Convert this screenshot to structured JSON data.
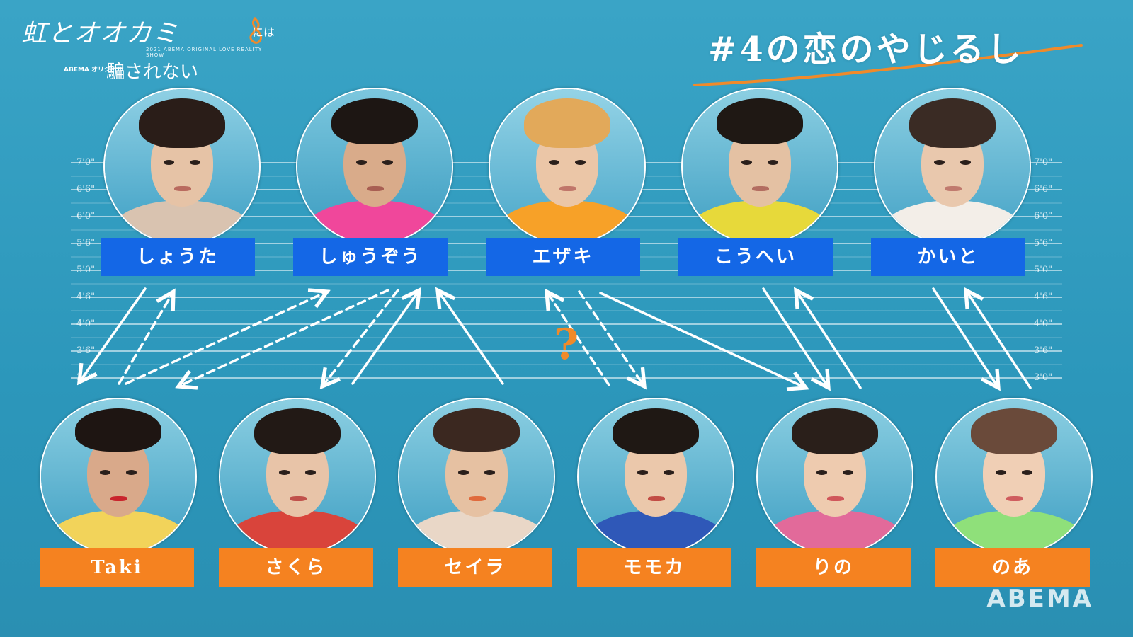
{
  "logo": {
    "main": "虹とオオカミ",
    "small": "には",
    "sub": "騙されない",
    "abema": "ABEMA オリジナル",
    "english": "2021 ABEMA ORIGINAL LOVE REALITY SHOW"
  },
  "episode_title": "#4の恋のやじるし",
  "watermark": "ABEMA",
  "height_scale": [
    "7'0\"",
    "6'6\"",
    "6'0\"",
    "5'6\"",
    "5'0\"",
    "4'6\"",
    "4'0\"",
    "3'6\"",
    "3'0\""
  ],
  "question_mark": "?",
  "men": [
    {
      "name": "しょうた"
    },
    {
      "name": "しゅうぞう"
    },
    {
      "name": "エザキ"
    },
    {
      "name": "こうへい"
    },
    {
      "name": "かいと"
    }
  ],
  "women": [
    {
      "name": "Taki"
    },
    {
      "name": "さくら"
    },
    {
      "name": "セイラ"
    },
    {
      "name": "モモカ"
    },
    {
      "name": "りの"
    },
    {
      "name": "のあ"
    }
  ],
  "colors": {
    "male_label": "#1467e6",
    "female_label": "#f58220",
    "background": "#2f9ac0",
    "arrow": "#ffffff",
    "question_mark": "#f08a2a"
  }
}
